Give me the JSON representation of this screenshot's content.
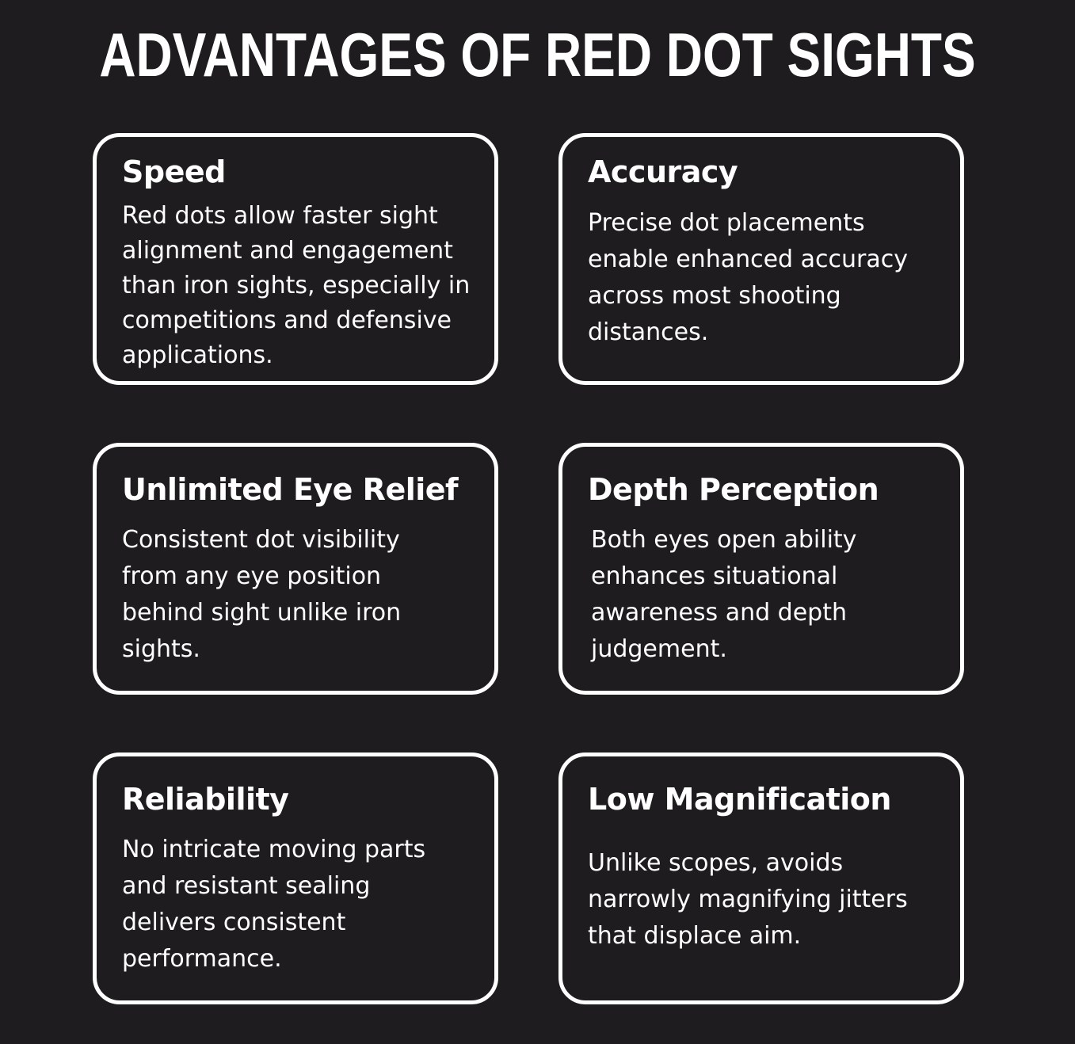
{
  "title": "ADVANTAGES OF RED DOT SIGHTS",
  "cards": [
    {
      "heading": "Speed",
      "text": "Red dots allow faster sight alignment and engagement than iron sights, especially in competitions and defensive applications."
    },
    {
      "heading": "Accuracy",
      "text": "Precise dot placements enable enhanced accuracy across most shooting distances."
    },
    {
      "heading": "Unlimited Eye Relief",
      "text": "Consistent dot visibility from any eye position behind sight unlike iron sights."
    },
    {
      "heading": "Depth Perception",
      "text": "Both eyes open ability enhances situational awareness and depth judgement."
    },
    {
      "heading": "Reliability",
      "text": "No intricate moving parts and resistant sealing delivers consistent performance."
    },
    {
      "heading": "Low Magnification",
      "text": "Unlike scopes, avoids narrowly magnifying jitters that displace aim."
    }
  ]
}
